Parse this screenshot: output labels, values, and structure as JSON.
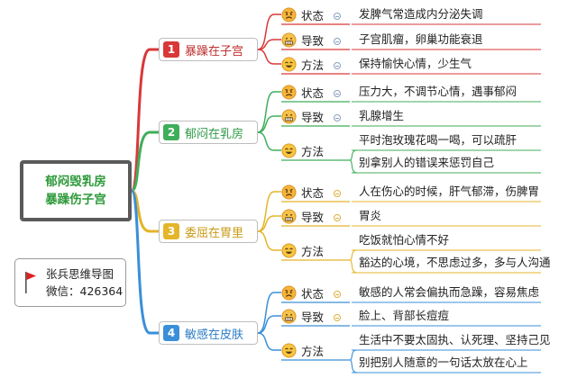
{
  "root": {
    "line1": "郁闷毁乳房",
    "line2": "暴躁伤子宫"
  },
  "author": {
    "name": "张兵思维导图",
    "wechat": "微信：426364"
  },
  "colors": {
    "branch1": "#d93838",
    "branch2": "#3fae5a",
    "branch3": "#e4b52a",
    "branch4": "#3a8fd8",
    "root_text": "#2e9a3a"
  },
  "icons": {
    "status": "angry-face-icon",
    "guide": "grimace-face-icon",
    "method": "smile-face-icon",
    "badge": "red-flag-icon"
  },
  "branches": [
    {
      "num": "1",
      "label": "暴躁在子宫",
      "subs": [
        {
          "label": "状态",
          "leaves": [
            "发脾气常造成内分泌失调"
          ]
        },
        {
          "label": "导致",
          "leaves": [
            "子宫肌瘤，卵巢功能衰退"
          ]
        },
        {
          "label": "方法",
          "leaves": [
            "保持愉快心情，少生气"
          ]
        }
      ]
    },
    {
      "num": "2",
      "label": "郁闷在乳房",
      "subs": [
        {
          "label": "状态",
          "leaves": [
            "压力大，不调节心情，遇事郁闷"
          ]
        },
        {
          "label": "导致",
          "leaves": [
            "乳腺增生"
          ]
        },
        {
          "label": "方法",
          "leaves": [
            "平时泡玫瑰花喝一喝，可以疏肝",
            "别拿别人的错误来惩罚自己"
          ]
        }
      ]
    },
    {
      "num": "3",
      "label": "委屈在胃里",
      "subs": [
        {
          "label": "状态",
          "leaves": [
            "人在伤心的时候，肝气郁滞，伤脾胃"
          ]
        },
        {
          "label": "导致",
          "leaves": [
            "胃炎"
          ]
        },
        {
          "label": "方法",
          "leaves": [
            "吃饭就怕心情不好",
            "豁达的心境，不思虑过多，多与人沟通"
          ]
        }
      ]
    },
    {
      "num": "4",
      "label": "敏感在皮肤",
      "subs": [
        {
          "label": "状态",
          "leaves": [
            "敏感的人常会偏执而急躁，容易焦虑"
          ]
        },
        {
          "label": "导致",
          "leaves": [
            "脸上、背部长痘痘"
          ]
        },
        {
          "label": "方法",
          "leaves": [
            "生活中不要太固执、认死理、坚持己见",
            "别把别人随意的一句话太放在心上"
          ]
        }
      ]
    }
  ]
}
